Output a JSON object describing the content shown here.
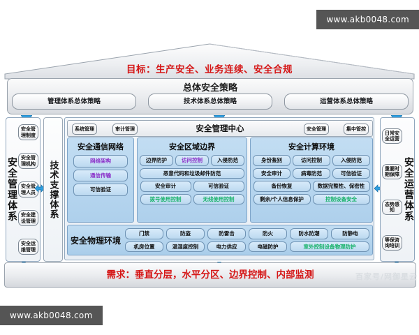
{
  "roof": {
    "goal": "目标：生产安全、业务连续、安全合规"
  },
  "strategy": {
    "title": "总体安全策略",
    "boxes": [
      {
        "label": "管理体系总体策略"
      },
      {
        "label": "技术体系总体策略"
      },
      {
        "label": "运营体系总体策略"
      }
    ]
  },
  "left_pillar": {
    "label": "安全管理体系",
    "items": [
      {
        "label": "安全管理制度"
      },
      {
        "label": "安全管理机构"
      },
      {
        "label": "安全管理人员"
      },
      {
        "label": "安全建设管理"
      },
      {
        "label": "安全运维管理"
      }
    ]
  },
  "right_pillar": {
    "label": "安全运营体系",
    "items": [
      {
        "label": "日常安全运营"
      },
      {
        "label": "重要时期保障"
      },
      {
        "label": "态势感知"
      },
      {
        "label": "等保咨询培训"
      }
    ]
  },
  "tech_pillar": {
    "label": "技术支撑体系"
  },
  "management_center": {
    "title": "安全管理中心",
    "left_chips": [
      {
        "label": "系统管理"
      },
      {
        "label": "审计管理"
      }
    ],
    "right_chips": [
      {
        "label": "安全管理"
      },
      {
        "label": "集中管控"
      }
    ]
  },
  "columns": [
    {
      "title": "安全通信网络",
      "chips": [
        {
          "label": "网络架构",
          "color": "purple"
        },
        {
          "label": "通信传输",
          "color": "purple"
        },
        {
          "label": "可信验证",
          "color": "normal"
        }
      ]
    },
    {
      "title": "安全区域边界",
      "chips": [
        {
          "label": "边界防护",
          "color": "normal",
          "w": "third"
        },
        {
          "label": "访问控制",
          "color": "purple",
          "w": "third"
        },
        {
          "label": "入侵防范",
          "color": "normal",
          "w": "third"
        },
        {
          "label": "恶意代码和垃圾邮件防范",
          "color": "normal",
          "w": "full"
        },
        {
          "label": "安全审计",
          "color": "normal",
          "w": "half"
        },
        {
          "label": "可信验证",
          "color": "normal",
          "w": "half"
        },
        {
          "label": "拨号使用控制",
          "color": "green",
          "w": "half"
        },
        {
          "label": "无线使用控制",
          "color": "green",
          "w": "half"
        }
      ]
    },
    {
      "title": "安全计算环境",
      "chips": [
        {
          "label": "身份鉴别",
          "color": "normal",
          "w": "third"
        },
        {
          "label": "访问控制",
          "color": "normal",
          "w": "third"
        },
        {
          "label": "入侵防范",
          "color": "normal",
          "w": "third"
        },
        {
          "label": "安全审计",
          "color": "normal",
          "w": "third"
        },
        {
          "label": "病毒防范",
          "color": "normal",
          "w": "third"
        },
        {
          "label": "可信验证",
          "color": "normal",
          "w": "third"
        },
        {
          "label": "备份恢复",
          "color": "normal",
          "w": "half"
        },
        {
          "label": "数据完整性、保密性",
          "color": "normal",
          "w": "half"
        },
        {
          "label": "剩余/个人信息保护",
          "color": "normal",
          "w": "half"
        },
        {
          "label": "控制设备安全",
          "color": "green",
          "w": "half"
        }
      ]
    }
  ],
  "physical": {
    "title": "安全物理环境",
    "chips": [
      {
        "label": "门禁",
        "color": "normal"
      },
      {
        "label": "防盗",
        "color": "normal"
      },
      {
        "label": "防雷击",
        "color": "normal"
      },
      {
        "label": "防火",
        "color": "normal"
      },
      {
        "label": "防水防潮",
        "color": "normal"
      },
      {
        "label": "防静电",
        "color": "normal"
      },
      {
        "label": "机房位置",
        "color": "normal"
      },
      {
        "label": "温湿度控制",
        "color": "normal"
      },
      {
        "label": "电力供应",
        "color": "normal"
      },
      {
        "label": "电磁防护",
        "color": "normal"
      },
      {
        "label": "室外控制设备物理防护",
        "color": "green",
        "span": 2
      }
    ]
  },
  "requirement": {
    "text": "需求：垂直分层，水平分区、边界控制、内部监测"
  },
  "watermarks": {
    "top": "www.akb0048.com",
    "bottom": "www.akb0048.com",
    "faint": "百家号/网御星云"
  },
  "colors": {
    "goal_red": "#d51616",
    "panel_blue": "#b8d8ef",
    "green_text": "#19b36b",
    "purple_text": "#8b2fc9",
    "connector_blue": "#1e8fd5"
  }
}
